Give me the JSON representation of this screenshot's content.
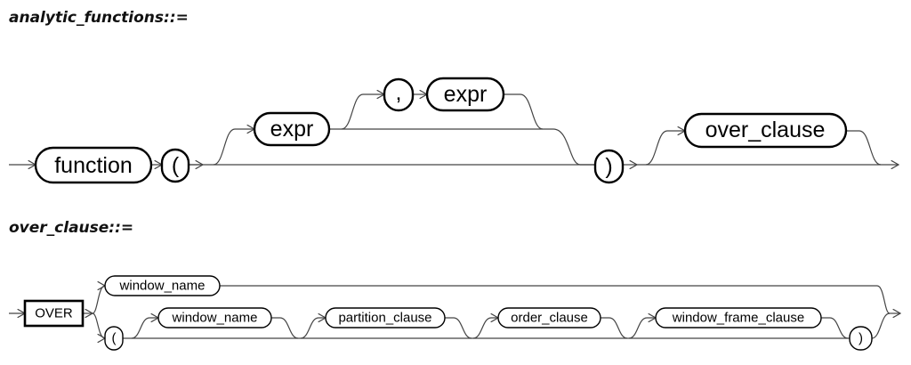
{
  "diagram1": {
    "title": "analytic_functions::=",
    "nodes": {
      "function": "function",
      "lparen": "(",
      "expr1": "expr",
      "comma": ",",
      "expr2": "expr",
      "rparen": ")",
      "over_clause": "over_clause"
    }
  },
  "diagram2": {
    "title": "over_clause::=",
    "nodes": {
      "over": "OVER",
      "window_name_top": "window_name",
      "lparen": "(",
      "window_name": "window_name",
      "partition_clause": "partition_clause",
      "order_clause": "order_clause",
      "window_frame_clause": "window_frame_clause",
      "rparen": ")"
    }
  }
}
